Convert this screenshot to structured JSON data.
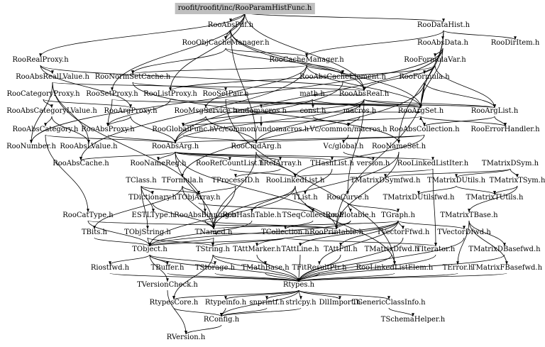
{
  "graph": {
    "colors": {
      "root_fill": "#bfbfbf",
      "node_text": "#000000",
      "edge": "#000000",
      "background": "#ffffff"
    },
    "nodes": [
      {
        "id": "root",
        "label": "roofit/roofit/inc/RooParamHistFunc.h"
      },
      {
        "id": "RooAbsPdf",
        "label": "RooAbsPdf.h"
      },
      {
        "id": "RooDataHist",
        "label": "RooDataHist.h"
      },
      {
        "id": "RooObjCacheManager",
        "label": "RooObjCacheManager.h"
      },
      {
        "id": "RooAbsData",
        "label": "RooAbsData.h"
      },
      {
        "id": "RooDirItem",
        "label": "RooDirItem.h"
      },
      {
        "id": "RooRealProxy",
        "label": "RooRealProxy.h"
      },
      {
        "id": "RooCacheManager",
        "label": "RooCacheManager.h"
      },
      {
        "id": "RooFormulaVar",
        "label": "RooFormulaVar.h"
      },
      {
        "id": "RooAbsRealLValue",
        "label": "RooAbsRealLValue.h"
      },
      {
        "id": "RooNormSetCache",
        "label": "RooNormSetCache.h"
      },
      {
        "id": "RooAbsCacheElement",
        "label": "RooAbsCacheElement.h"
      },
      {
        "id": "RooFormula",
        "label": "RooFormula.h"
      },
      {
        "id": "RooCategoryProxy",
        "label": "RooCategoryProxy.h"
      },
      {
        "id": "RooSetProxy",
        "label": "RooSetProxy.h"
      },
      {
        "id": "RooListProxy",
        "label": "RooListProxy.h"
      },
      {
        "id": "RooSetPair",
        "label": "RooSetPair.h"
      },
      {
        "id": "math",
        "label": "math.h"
      },
      {
        "id": "RooAbsReal",
        "label": "RooAbsReal.h"
      },
      {
        "id": "RooAbsCategoryLValue",
        "label": "RooAbsCategoryLValue.h"
      },
      {
        "id": "RooArgProxy",
        "label": "RooArgProxy.h"
      },
      {
        "id": "RooMsgService",
        "label": "RooMsgService.h"
      },
      {
        "id": "undomacros",
        "label": "undomacros.h"
      },
      {
        "id": "const",
        "label": "const.h"
      },
      {
        "id": "macros",
        "label": "macros.h"
      },
      {
        "id": "RooArgSet",
        "label": "RooArgSet.h"
      },
      {
        "id": "RooArgList",
        "label": "RooArgList.h"
      },
      {
        "id": "RooAbsCategory",
        "label": "RooAbsCategory.h"
      },
      {
        "id": "RooAbsProxy",
        "label": "RooAbsProxy.h"
      },
      {
        "id": "RooGlobalFunc",
        "label": "RooGlobalFunc.h"
      },
      {
        "id": "VcUndomacros",
        "label": "Vc/common/undomacros.h"
      },
      {
        "id": "VcMacros",
        "label": "Vc/common/macros.h"
      },
      {
        "id": "RooAbsCollection",
        "label": "RooAbsCollection.h"
      },
      {
        "id": "RooErrorHandler",
        "label": "RooErrorHandler.h"
      },
      {
        "id": "RooNumber",
        "label": "RooNumber.h"
      },
      {
        "id": "RooAbsLValue",
        "label": "RooAbsLValue.h"
      },
      {
        "id": "RooAbsArg",
        "label": "RooAbsArg.h"
      },
      {
        "id": "RooCmdArg",
        "label": "RooCmdArg.h"
      },
      {
        "id": "VcGlobal",
        "label": "Vc/global.h"
      },
      {
        "id": "RooNameSet",
        "label": "RooNameSet.h"
      },
      {
        "id": "RooAbsCache",
        "label": "RooAbsCache.h"
      },
      {
        "id": "RooNameReg",
        "label": "RooNameReg.h"
      },
      {
        "id": "RooRefCountList",
        "label": "RooRefCountList.h"
      },
      {
        "id": "TRefArray",
        "label": "TRefArray.h"
      },
      {
        "id": "THashList",
        "label": "THashList.h"
      },
      {
        "id": "version",
        "label": "version.h"
      },
      {
        "id": "RooLinkedListIter",
        "label": "RooLinkedListIter.h"
      },
      {
        "id": "TMatrixDSym",
        "label": "TMatrixDSym.h"
      },
      {
        "id": "TClass",
        "label": "TClass.h"
      },
      {
        "id": "TFormula",
        "label": "TFormula.h"
      },
      {
        "id": "TProcessID",
        "label": "TProcessID.h"
      },
      {
        "id": "RooLinkedList",
        "label": "RooLinkedList.h"
      },
      {
        "id": "TMatrixDSymfwd",
        "label": "TMatrixDSymfwd.h"
      },
      {
        "id": "TMatrixDUtils",
        "label": "TMatrixDUtils.h"
      },
      {
        "id": "TMatrixTSym",
        "label": "TMatrixTSym.h"
      },
      {
        "id": "TObjArray",
        "label": "TObjArray.h"
      },
      {
        "id": "TList",
        "label": "TList.h"
      },
      {
        "id": "RooCurve",
        "label": "RooCurve.h"
      },
      {
        "id": "TMatrixDUtilsfwd",
        "label": "TMatrixDUtilsfwd.h"
      },
      {
        "id": "TMatrixTUtils",
        "label": "TMatrixTUtils.h"
      },
      {
        "id": "TDictionary",
        "label": "TDictionary.h"
      },
      {
        "id": "RooHashTable",
        "label": "RooHashTable.h"
      },
      {
        "id": "ESTLType",
        "label": "ESTLType.h"
      },
      {
        "id": "RooAbsBinning",
        "label": "RooAbsBinning.h"
      },
      {
        "id": "TSeqCollection",
        "label": "TSeqCollection.h"
      },
      {
        "id": "RooPlotable",
        "label": "RooPlotable.h"
      },
      {
        "id": "TGraph",
        "label": "TGraph.h"
      },
      {
        "id": "TMatrixTBase",
        "label": "TMatrixTBase.h"
      },
      {
        "id": "RooCatType",
        "label": "RooCatType.h"
      },
      {
        "id": "TObjString",
        "label": "TObjString.h"
      },
      {
        "id": "TBits",
        "label": "TBits.h"
      },
      {
        "id": "TNamed",
        "label": "TNamed.h"
      },
      {
        "id": "TCollection",
        "label": "TCollection.h"
      },
      {
        "id": "RooPrintable",
        "label": "RooPrintable.h"
      },
      {
        "id": "TVectorFfwd",
        "label": "TVectorFfwd.h"
      },
      {
        "id": "TVectorDfwd",
        "label": "TVectorDfwd.h"
      },
      {
        "id": "TObject",
        "label": "TObject.h"
      },
      {
        "id": "TString",
        "label": "TString.h"
      },
      {
        "id": "TAttMarker",
        "label": "TAttMarker.h"
      },
      {
        "id": "TAttLine",
        "label": "TAttLine.h"
      },
      {
        "id": "TAttFill",
        "label": "TAttFill.h"
      },
      {
        "id": "TMatrixDfwd",
        "label": "TMatrixDfwd.h"
      },
      {
        "id": "TIterator",
        "label": "TIterator.h"
      },
      {
        "id": "TMatrixDBasefwd",
        "label": "TMatrixDBasefwd.h"
      },
      {
        "id": "Riostfwd",
        "label": "Riostfwd.h"
      },
      {
        "id": "TBuffer",
        "label": "TBuffer.h"
      },
      {
        "id": "TStorage",
        "label": "TStorage.h"
      },
      {
        "id": "TMathBase",
        "label": "TMathBase.h"
      },
      {
        "id": "TFitResultPtr",
        "label": "TFitResultPtr.h"
      },
      {
        "id": "RooLinkedListElem",
        "label": "RooLinkedListElem.h"
      },
      {
        "id": "TError",
        "label": "TError.h"
      },
      {
        "id": "TMatrixFBasefwd",
        "label": "TMatrixFBasefwd.h"
      },
      {
        "id": "TVersionCheck",
        "label": "TVersionCheck.h"
      },
      {
        "id": "Rtypes",
        "label": "Rtypes.h"
      },
      {
        "id": "RtypesCore",
        "label": "RtypesCore.h"
      },
      {
        "id": "Rtypeinfo",
        "label": "Rtypeinfo.h"
      },
      {
        "id": "snprintf",
        "label": "snprintf.h"
      },
      {
        "id": "strlcpy",
        "label": "strlcpy.h"
      },
      {
        "id": "DllImport",
        "label": "DllImport.h"
      },
      {
        "id": "TGenericClassInfo",
        "label": "TGenericClassInfo.h"
      },
      {
        "id": "RConfig",
        "label": "RConfig.h"
      },
      {
        "id": "TSchemaHelper",
        "label": "TSchemaHelper.h"
      },
      {
        "id": "RVersion",
        "label": "RVersion.h"
      }
    ],
    "edges": [
      [
        "root",
        "RooAbsPdf"
      ],
      [
        "root",
        "RooDataHist"
      ],
      [
        "root",
        "RooObjCacheManager"
      ],
      [
        "root",
        "RooRealProxy"
      ],
      [
        "root",
        "RooSetProxy"
      ],
      [
        "root",
        "RooListProxy"
      ],
      [
        "root",
        "RooAbsReal"
      ],
      [
        "RooAbsPdf",
        "RooAbsReal"
      ],
      [
        "RooAbsPdf",
        "RooObjCacheManager"
      ],
      [
        "RooAbsPdf",
        "RooCmdArg"
      ],
      [
        "RooAbsPdf",
        "RooArgSet"
      ],
      [
        "RooDataHist",
        "RooAbsData"
      ],
      [
        "RooDataHist",
        "RooDirItem"
      ],
      [
        "RooDataHist",
        "RooArgSet"
      ],
      [
        "RooDataHist",
        "RooNameSet"
      ],
      [
        "RooDataHist",
        "RooCacheManager"
      ],
      [
        "RooAbsData",
        "RooAbsArg"
      ],
      [
        "RooAbsData",
        "RooArgSet"
      ],
      [
        "RooAbsData",
        "RooFormulaVar"
      ],
      [
        "RooAbsData",
        "RooNumber"
      ],
      [
        "RooObjCacheManager",
        "RooCacheManager"
      ],
      [
        "RooObjCacheManager",
        "RooAbsCacheElement"
      ],
      [
        "RooObjCacheManager",
        "RooNormSetCache"
      ],
      [
        "RooCacheManager",
        "RooAbsCache"
      ],
      [
        "RooCacheManager",
        "RooAbsCacheElement"
      ],
      [
        "RooCacheManager",
        "RooNormSetCache"
      ],
      [
        "RooCacheManager",
        "RooArgSet"
      ],
      [
        "RooCacheManager",
        "RooMsgService"
      ],
      [
        "RooFormulaVar",
        "RooAbsReal"
      ],
      [
        "RooFormulaVar",
        "RooFormula"
      ],
      [
        "RooFormulaVar",
        "RooArgList"
      ],
      [
        "RooFormulaVar",
        "RooListProxy"
      ],
      [
        "RooFormula",
        "RooArgList"
      ],
      [
        "RooFormula",
        "RooArgSet"
      ],
      [
        "RooFormula",
        "TFormula"
      ],
      [
        "RooFormula",
        "RooPrintable"
      ],
      [
        "RooRealProxy",
        "RooAbsReal"
      ],
      [
        "RooRealProxy",
        "RooArgProxy"
      ],
      [
        "RooRealProxy",
        "RooAbsRealLValue"
      ],
      [
        "RooAbsRealLValue",
        "RooAbsReal"
      ],
      [
        "RooAbsRealLValue",
        "RooNumber"
      ],
      [
        "RooAbsRealLValue",
        "RooAbsLValue"
      ],
      [
        "RooAbsRealLValue",
        "RooAbsBinning"
      ],
      [
        "RooNormSetCache",
        "RooNameSet"
      ],
      [
        "RooNormSetCache",
        "RooSetPair"
      ],
      [
        "RooAbsCacheElement",
        "RooAbsArg"
      ],
      [
        "RooCategoryProxy",
        "RooAbsCategoryLValue"
      ],
      [
        "RooCategoryProxy",
        "RooArgProxy"
      ],
      [
        "RooSetProxy",
        "RooArgSet"
      ],
      [
        "RooSetProxy",
        "RooAbsProxy"
      ],
      [
        "RooListProxy",
        "RooArgList"
      ],
      [
        "RooListProxy",
        "RooAbsProxy"
      ],
      [
        "RooSetPair",
        "RooArgSet"
      ],
      [
        "RooSetPair",
        "RooLinkedListElem"
      ],
      [
        "RooAbsReal",
        "RooAbsArg"
      ],
      [
        "RooAbsReal",
        "RooCmdArg"
      ],
      [
        "RooAbsReal",
        "RooCurve"
      ],
      [
        "RooAbsReal",
        "RooArgSet"
      ],
      [
        "RooAbsReal",
        "RooArgList"
      ],
      [
        "RooAbsReal",
        "RooGlobalFunc"
      ],
      [
        "RooAbsReal",
        "math"
      ],
      [
        "math",
        "undomacros"
      ],
      [
        "math",
        "const"
      ],
      [
        "math",
        "macros"
      ],
      [
        "undomacros",
        "VcUndomacros"
      ],
      [
        "macros",
        "VcMacros"
      ],
      [
        "const",
        "VcMacros"
      ],
      [
        "VcMacros",
        "VcGlobal"
      ],
      [
        "VcGlobal",
        "version"
      ],
      [
        "RooAbsCategoryLValue",
        "RooAbsCategory"
      ],
      [
        "RooAbsCategoryLValue",
        "RooAbsLValue"
      ],
      [
        "RooArgProxy",
        "RooAbsProxy"
      ],
      [
        "RooArgProxy",
        "RooAbsArg"
      ],
      [
        "RooMsgService",
        "RooGlobalFunc"
      ],
      [
        "RooMsgService",
        "RooCmdArg"
      ],
      [
        "RooMsgService",
        "RooArgSet"
      ],
      [
        "RooArgSet",
        "RooAbsCollection"
      ],
      [
        "RooArgSet",
        "RooErrorHandler"
      ],
      [
        "RooArgList",
        "RooAbsCollection"
      ],
      [
        "RooArgList",
        "RooErrorHandler"
      ],
      [
        "RooAbsCategory",
        "RooAbsArg"
      ],
      [
        "RooAbsCategory",
        "RooCatType"
      ],
      [
        "RooAbsProxy",
        "RooAbsArg"
      ],
      [
        "RooGlobalFunc",
        "RooCmdArg"
      ],
      [
        "RooGlobalFunc",
        "RooArgSet"
      ],
      [
        "RooAbsCollection",
        "RooAbsArg"
      ],
      [
        "RooAbsCollection",
        "RooLinkedList"
      ],
      [
        "RooAbsCollection",
        "RooCmdArg"
      ],
      [
        "RooAbsArg",
        "RooNameReg"
      ],
      [
        "RooAbsArg",
        "RooRefCountList"
      ],
      [
        "RooAbsArg",
        "RooLinkedListIter"
      ],
      [
        "RooAbsArg",
        "THashList"
      ],
      [
        "RooAbsArg",
        "TRefArray"
      ],
      [
        "RooAbsArg",
        "RooAbsCache"
      ],
      [
        "RooAbsArg",
        "RooPrintable"
      ],
      [
        "RooAbsArg",
        "TNamed"
      ],
      [
        "RooCmdArg",
        "RooLinkedList"
      ],
      [
        "RooCmdArg",
        "TNamed"
      ],
      [
        "RooNameSet",
        "TNamed"
      ],
      [
        "RooNameSet",
        "RooPrintable"
      ],
      [
        "RooRefCountList",
        "RooLinkedList"
      ],
      [
        "TRefArray",
        "TProcessID"
      ],
      [
        "THashList",
        "TList"
      ],
      [
        "RooLinkedListIter",
        "RooLinkedList"
      ],
      [
        "RooLinkedListIter",
        "TIterator"
      ],
      [
        "RooLinkedList",
        "RooHashTable"
      ],
      [
        "RooLinkedList",
        "RooLinkedListElem"
      ],
      [
        "RooLinkedList",
        "TObject"
      ],
      [
        "TMatrixDSym",
        "TMatrixDSymfwd"
      ],
      [
        "TMatrixDSym",
        "TMatrixDUtils"
      ],
      [
        "TMatrixDSym",
        "TMatrixTSym"
      ],
      [
        "TMatrixTSym",
        "TMatrixTBase"
      ],
      [
        "TMatrixTSym",
        "TMatrixTUtils"
      ],
      [
        "TMatrixDUtils",
        "TMatrixDUtilsfwd"
      ],
      [
        "TMatrixDUtils",
        "TMatrixTUtils"
      ],
      [
        "TMatrixTBase",
        "TMatrixDBasefwd"
      ],
      [
        "TMatrixTBase",
        "TMatrixFBasefwd"
      ],
      [
        "TMatrixTBase",
        "TError"
      ],
      [
        "TClass",
        "TDictionary"
      ],
      [
        "TClass",
        "TObjArray"
      ],
      [
        "TClass",
        "TObjString"
      ],
      [
        "TClass",
        "ESTLType"
      ],
      [
        "TFormula",
        "TNamed"
      ],
      [
        "TFormula",
        "TBits"
      ],
      [
        "TFormula",
        "TObjArray"
      ],
      [
        "TProcessID",
        "TNamed"
      ],
      [
        "TProcessID",
        "TObjArray"
      ],
      [
        "TObjArray",
        "TSeqCollection"
      ],
      [
        "TList",
        "TSeqCollection"
      ],
      [
        "TSeqCollection",
        "TCollection"
      ],
      [
        "TCollection",
        "TObject"
      ],
      [
        "TCollection",
        "TIterator"
      ],
      [
        "TCollection",
        "TString"
      ],
      [
        "RooCurve",
        "TGraph"
      ],
      [
        "RooCurve",
        "RooPlotable"
      ],
      [
        "RooPlotable",
        "RooPrintable"
      ],
      [
        "RooPlotable",
        "TObject"
      ],
      [
        "TGraph",
        "TNamed"
      ],
      [
        "TGraph",
        "TAttLine"
      ],
      [
        "TGraph",
        "TAttFill"
      ],
      [
        "TGraph",
        "TAttMarker"
      ],
      [
        "TGraph",
        "TVectorFfwd"
      ],
      [
        "TGraph",
        "TVectorDfwd"
      ],
      [
        "TGraph",
        "TFitResultPtr"
      ],
      [
        "TDictionary",
        "TNamed"
      ],
      [
        "RooHashTable",
        "TObject"
      ],
      [
        "RooAbsBinning",
        "TNamed"
      ],
      [
        "RooAbsBinning",
        "RooPrintable"
      ],
      [
        "RooCatType",
        "TObject"
      ],
      [
        "RooCatType",
        "RooPrintable"
      ],
      [
        "TObjString",
        "TObject"
      ],
      [
        "TObjString",
        "TString"
      ],
      [
        "TBits",
        "TObject"
      ],
      [
        "TNamed",
        "TObject"
      ],
      [
        "TNamed",
        "TString"
      ],
      [
        "RooPrintable",
        "TNamed"
      ],
      [
        "TVectorFfwd",
        "Rtypes"
      ],
      [
        "TVectorDfwd",
        "Rtypes"
      ],
      [
        "TMatrixDfwd",
        "Rtypes"
      ],
      [
        "TMatrixDBasefwd",
        "Rtypes"
      ],
      [
        "TMatrixFBasefwd",
        "Rtypes"
      ],
      [
        "TObject",
        "Rtypes"
      ],
      [
        "TObject",
        "TStorage"
      ],
      [
        "TObject",
        "TVersionCheck"
      ],
      [
        "TObject",
        "Riostfwd"
      ],
      [
        "TObject",
        "TBuffer"
      ],
      [
        "TString",
        "Rtypes"
      ],
      [
        "TString",
        "TMathBase"
      ],
      [
        "TString",
        "RtypesCore"
      ],
      [
        "TAttMarker",
        "Rtypes"
      ],
      [
        "TAttLine",
        "Rtypes"
      ],
      [
        "TAttFill",
        "Rtypes"
      ],
      [
        "TIterator",
        "Rtypes"
      ],
      [
        "RooLinkedListElem",
        "Rtypes"
      ],
      [
        "TError",
        "Rtypes"
      ],
      [
        "Riostfwd",
        "Rtypes"
      ],
      [
        "TBuffer",
        "Rtypes"
      ],
      [
        "TStorage",
        "Rtypes"
      ],
      [
        "TMathBase",
        "Rtypes"
      ],
      [
        "TFitResultPtr",
        "Rtypes"
      ],
      [
        "TVersionCheck",
        "RVersion"
      ],
      [
        "Rtypes",
        "RtypesCore"
      ],
      [
        "Rtypes",
        "Rtypeinfo"
      ],
      [
        "Rtypes",
        "snprintf"
      ],
      [
        "Rtypes",
        "strlcpy"
      ],
      [
        "Rtypes",
        "DllImport"
      ],
      [
        "Rtypes",
        "TGenericClassInfo"
      ],
      [
        "Rtypes",
        "RConfig"
      ],
      [
        "RtypesCore",
        "RConfig"
      ],
      [
        "Rtypeinfo",
        "RConfig"
      ],
      [
        "snprintf",
        "RConfig"
      ],
      [
        "strlcpy",
        "RConfig"
      ],
      [
        "TGenericClassInfo",
        "TSchemaHelper"
      ],
      [
        "RConfig",
        "RVersion"
      ]
    ]
  }
}
